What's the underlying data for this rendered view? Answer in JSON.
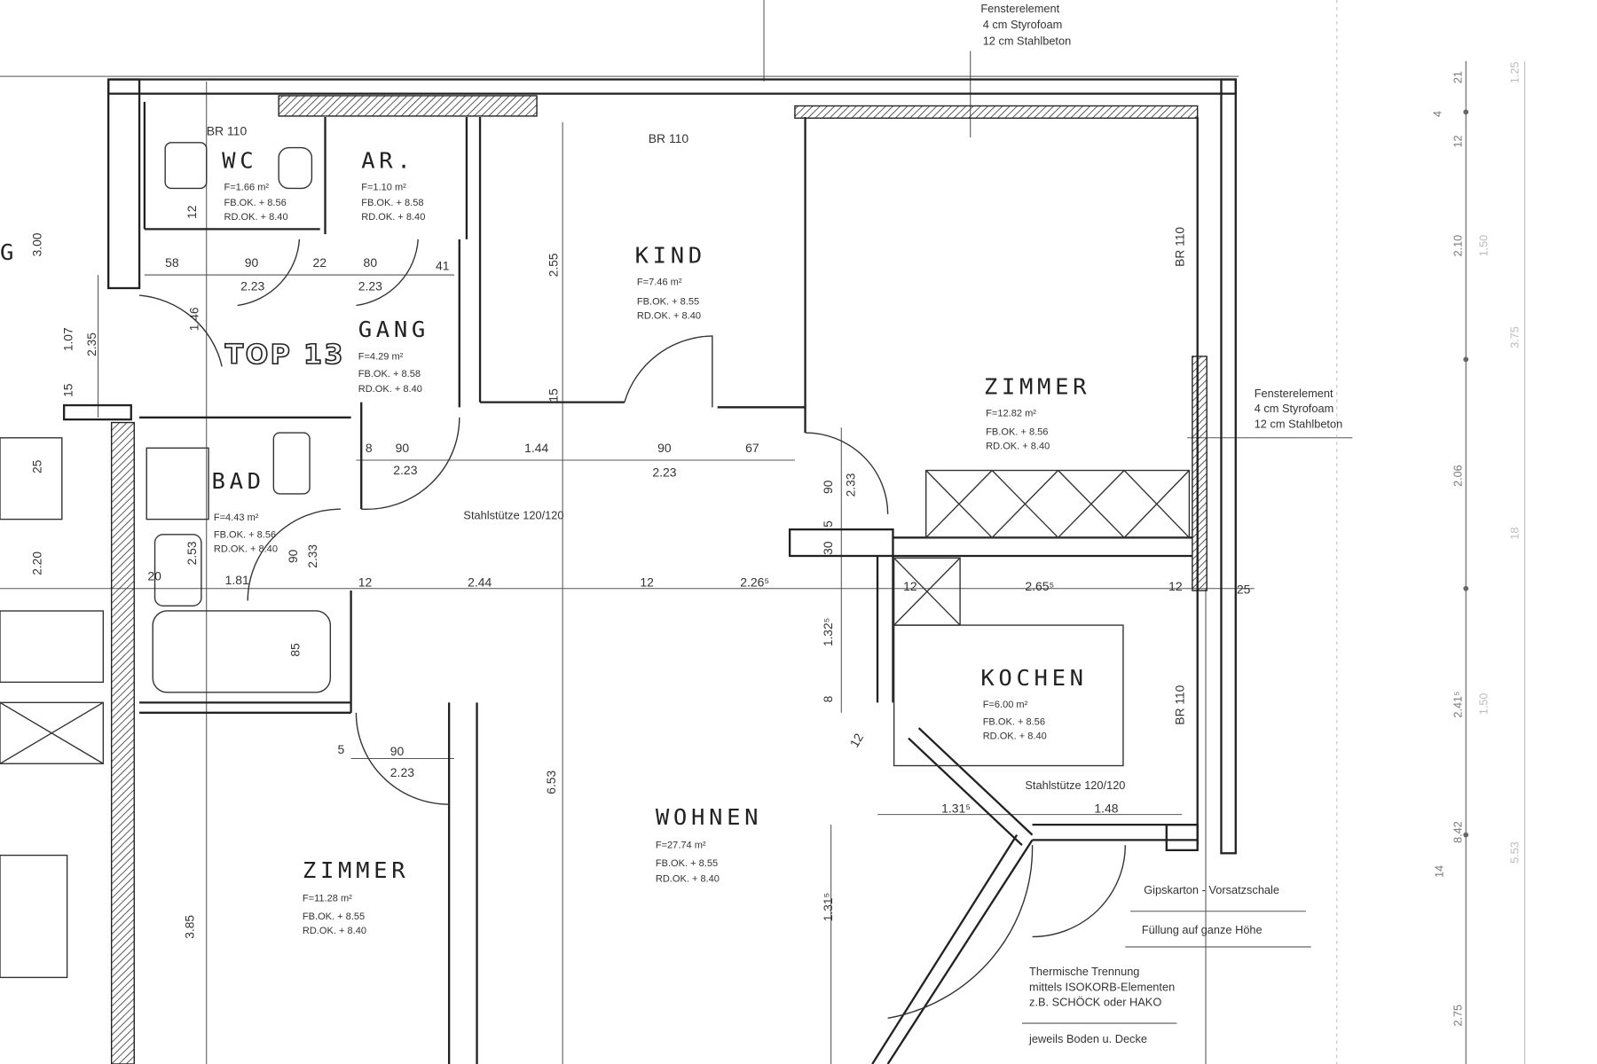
{
  "notes": {
    "top": [
      "Fensterelement",
      "4 cm Styrofoam",
      "12 cm Stahlbeton"
    ],
    "right": [
      "Fensterelement",
      "4 cm Styrofoam",
      "12 cm Stahlbeton"
    ],
    "column1": "Stahlstütze 120/120",
    "column2": "Stahlstütze 120/120",
    "gipskarton": "Gipskarton - Vorsatzschale",
    "fuellung": "Füllung auf ganze Höhe",
    "thermal": [
      "Thermische Trennung",
      "mittels ISOKORB-Elementen",
      "z.B. SCHÖCK oder HAKO"
    ],
    "boden": "jeweils Boden u. Decke"
  },
  "unit": "TOP 13",
  "rooms": {
    "wc": {
      "name": "WC",
      "area": "F=1.66 m²",
      "fbok": "FB.OK. + 8.56",
      "rdok": "RD.OK. + 8.40"
    },
    "ar": {
      "name": "AR.",
      "area": "F=1.10 m²",
      "fbok": "FB.OK. + 8.58",
      "rdok": "RD.OK. + 8.40"
    },
    "kind": {
      "name": "KIND",
      "area": "F=7.46 m²",
      "fbok": "FB.OK. + 8.55",
      "rdok": "RD.OK. + 8.40"
    },
    "zimmer_right": {
      "name": "ZIMMER",
      "area": "F=12.82 m²",
      "fbok": "FB.OK. + 8.56",
      "rdok": "RD.OK. + 8.40"
    },
    "gang": {
      "name": "GANG",
      "area": "F=4.29 m²",
      "fbok": "FB.OK. + 8.58",
      "rdok": "RD.OK. + 8.40"
    },
    "bad": {
      "name": "BAD",
      "area": "F=4.43 m²",
      "fbok": "FB.OK. + 8.56",
      "rdok": "RD.OK. + 8.40"
    },
    "kochen": {
      "name": "KOCHEN",
      "area": "F=6.00 m²",
      "fbok": "FB.OK. + 8.56",
      "rdok": "RD.OK. + 8.40"
    },
    "wohnen": {
      "name": "WOHNEN",
      "area": "F=27.74 m²",
      "fbok": "FB.OK. + 8.55",
      "rdok": "RD.OK. + 8.40"
    },
    "zimmer_left": {
      "name": "ZIMMER",
      "area": "F=11.28 m²",
      "fbok": "FB.OK. + 8.55",
      "rdok": "RD.OK. + 8.40"
    }
  },
  "dims": [
    "58",
    "90",
    "22",
    "80",
    "41",
    "2.23",
    "2.23",
    "BR 110",
    "BR 110",
    "2.55",
    "15",
    "8",
    "90",
    "2.23",
    "1.44",
    "90",
    "2.23",
    "67",
    "90",
    "2.33",
    "5",
    "30",
    "1.81",
    "12",
    "2.44",
    "12",
    "2.26⁵",
    "12",
    "2.65⁵",
    "12",
    "25",
    "1.32⁵",
    "8",
    "12",
    "BR 110",
    "1.31⁵",
    "1.48",
    "5",
    "90",
    "2.23",
    "6.53",
    "3.85",
    "1.31⁵",
    "3.00",
    "1.07",
    "2.35",
    "15",
    "25",
    "2.20",
    "20",
    "85",
    "1.46",
    "2.53",
    "2.33",
    "90",
    "BR 110",
    "12",
    "G"
  ],
  "axis": [
    "21",
    "1.25",
    "4",
    "12",
    "2.10",
    "1.50",
    "3.75",
    "2.06",
    "18",
    "2.41⁵",
    "1.50",
    "8.42",
    "5.53",
    "14",
    "2.75"
  ]
}
